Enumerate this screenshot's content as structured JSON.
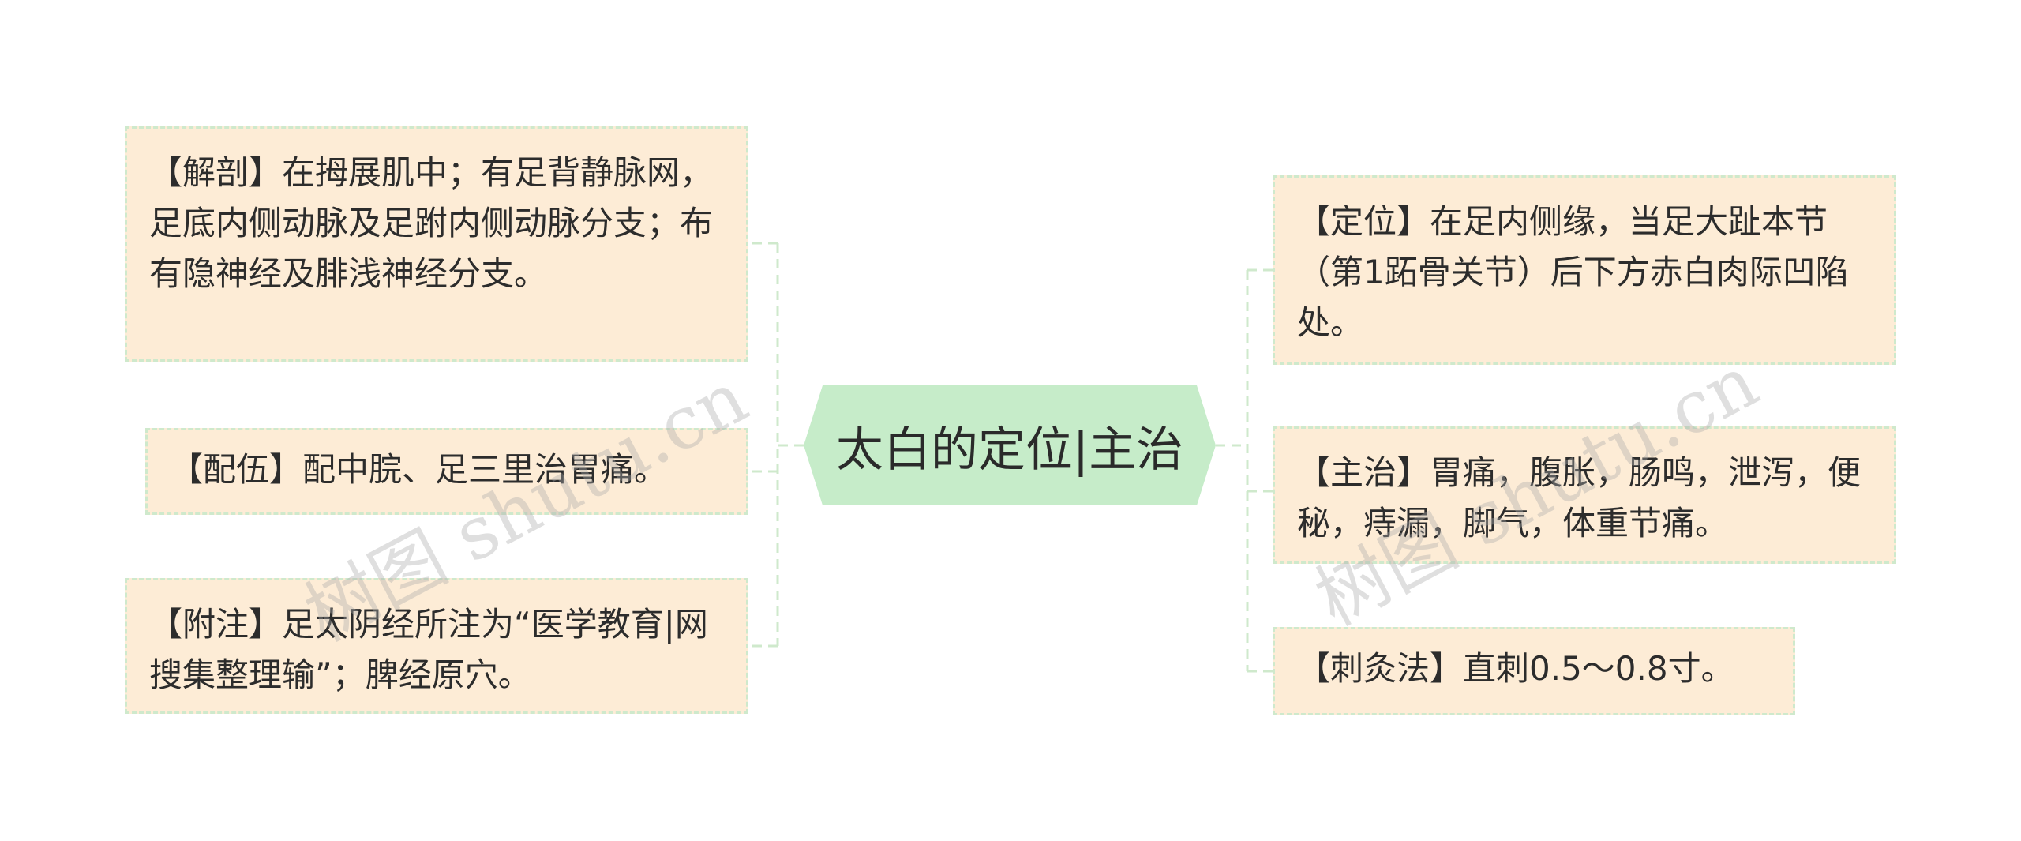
{
  "center": {
    "title": "太白的定位|主治"
  },
  "left_nodes": [
    {
      "text": "【解剖】在拇展肌中；有足背静脉网，足底内侧动脉及足跗内侧动脉分支；布有隐神经及腓浅神经分支。"
    },
    {
      "text": "【配伍】配中脘、足三里治胃痛。"
    },
    {
      "text": "【附注】足太阴经所注为“医学教育|网搜集整理输”；脾经原穴。"
    }
  ],
  "right_nodes": [
    {
      "text": "【定位】在足内侧缘，当足大趾本节（第1跖骨关节）后下方赤白肉际凹陷处。"
    },
    {
      "text": "【主治】胃痛，腹胀，肠鸣，泄泻，便秘，痔漏，脚气，体重节痛。"
    },
    {
      "text": "【刺灸法】直刺0.5～0.8寸。"
    }
  ],
  "watermark": {
    "left": "树图 shutu.cn",
    "right": "树图 shutu.cn"
  },
  "colors": {
    "node_fill": "#fdecd6",
    "node_border": "#cfe9cc",
    "center_fill": "#c6ecc9",
    "connector": "#cfe9cc"
  }
}
